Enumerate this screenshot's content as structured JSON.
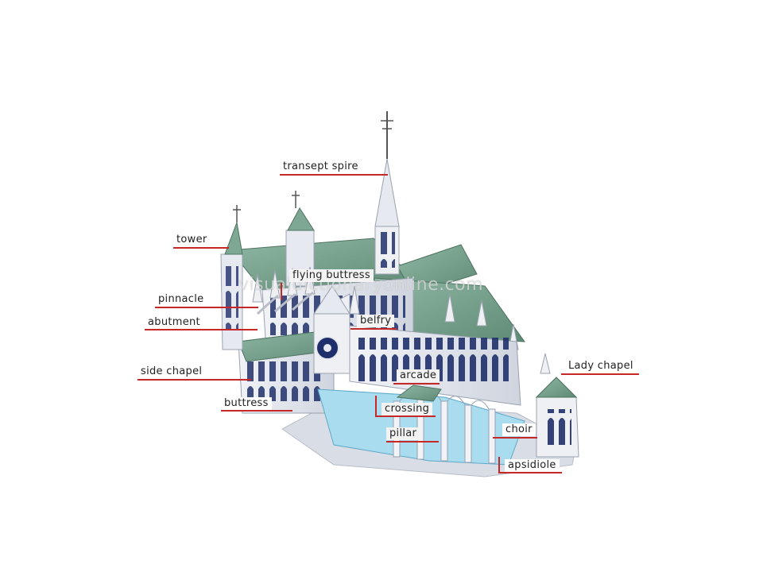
{
  "colors": {
    "roof": "#7fa894",
    "roof_dark": "#5f8a76",
    "stone": "#e6e9ef",
    "stone_shadow": "#c7ccd6",
    "window": "#1f2f6b",
    "floor": "#9fd3ea",
    "label_line": "#c62828"
  },
  "watermark": "visualdictionaryonline.com",
  "labels": {
    "transept_spire": "transept spire",
    "tower": "tower",
    "flying_buttress": "flying buttress",
    "pinnacle": "pinnacle",
    "abutment": "abutment",
    "belfry": "belfry",
    "side_chapel": "side chapel",
    "arcade": "arcade",
    "lady_chapel": "Lady chapel",
    "buttress": "buttress",
    "crossing": "crossing",
    "pillar": "pillar",
    "choir": "choir",
    "apsidiole": "apsidiole"
  }
}
